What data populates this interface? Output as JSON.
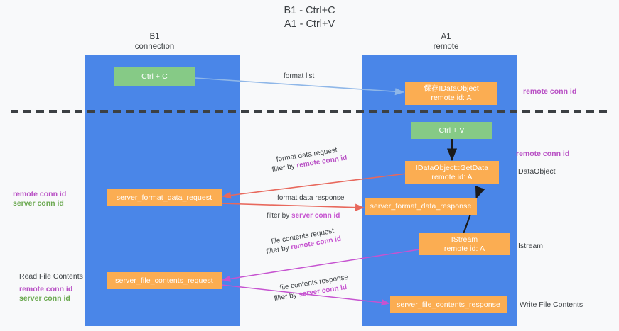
{
  "diagram": {
    "title": "B1 - Ctrl+C\nA1 - Ctrl+V",
    "columns": [
      {
        "name": "B1",
        "role": "connection",
        "label": "B1\nconnection"
      },
      {
        "name": "A1",
        "role": "remote",
        "label": "A1\nremote"
      }
    ],
    "colors": {
      "lane": "#4a86e8",
      "green_node": "#86ca86",
      "orange_node": "#fbad52",
      "remote_conn_id": "#b84fc4",
      "server_conn_id": "#6aa84f",
      "arrow_blue": "#8fb7e8",
      "arrow_red": "#e8685c",
      "arrow_black": "#1a1a1a",
      "arrow_magenta": "#c653d0",
      "divider": "#3c4043",
      "background": "#f8f9fa"
    },
    "nodes": [
      {
        "id": "ctrl-c",
        "lane": "B1",
        "kind": "green",
        "line1": "Ctrl + C",
        "line2": ""
      },
      {
        "id": "idataobject",
        "lane": "A1",
        "kind": "orange",
        "line1": "保存IDataObject",
        "line2": "remote id: A"
      },
      {
        "id": "ctrl-v",
        "lane": "A1",
        "kind": "green",
        "line1": "Ctrl + V",
        "line2": ""
      },
      {
        "id": "idataobject-getdata",
        "lane": "A1",
        "kind": "orange",
        "line1": "IDataObject::GetData",
        "line2": "remote id: A"
      },
      {
        "id": "server-format-data-request",
        "lane": "B1",
        "kind": "orange",
        "line1": "server_format_data_request",
        "line2": ""
      },
      {
        "id": "server-format-data-response",
        "lane": "A1",
        "kind": "orange",
        "line1": "server_format_data_response",
        "line2": ""
      },
      {
        "id": "istream",
        "lane": "A1",
        "kind": "orange",
        "line1": "IStream",
        "line2": "remote id: A"
      },
      {
        "id": "server-file-contents-request",
        "lane": "B1",
        "kind": "orange",
        "line1": "server_file_contents_request",
        "line2": ""
      },
      {
        "id": "server-file-contents-response",
        "lane": "A1",
        "kind": "orange",
        "line1": "server_file_contents_response",
        "line2": ""
      }
    ],
    "edge_labels": {
      "format_list": "format list",
      "format_data_request": "format data request",
      "format_data_request_filter_prefix": "filter by ",
      "format_data_request_filter_key": "remote conn id",
      "format_data_response": "format data response",
      "format_data_response_filter_prefix": "filter by ",
      "format_data_response_filter_key": "server conn id",
      "file_contents_request": "file contents request",
      "file_contents_request_filter_prefix": "filter by ",
      "file_contents_request_filter_key": "remote conn id",
      "file_contents_response": "file contents response",
      "file_contents_response_filter_prefix": "filter by ",
      "file_contents_response_filter_key": "server conn id"
    },
    "right_annotations": [
      {
        "id": "right-remote-conn-id-1",
        "text": "remote conn id",
        "style": "purple"
      },
      {
        "id": "right-remote-conn-id-2",
        "text": "remote conn id",
        "style": "purple"
      },
      {
        "id": "right-dataobject",
        "text": "DataObject",
        "style": "plain"
      },
      {
        "id": "right-istream",
        "text": "Istream",
        "style": "plain"
      },
      {
        "id": "right-write-file",
        "text": "Write File Contents",
        "style": "plain"
      }
    ],
    "left_annotations": [
      {
        "id": "left-remote-conn-id-1",
        "text": "remote conn id",
        "style": "purple"
      },
      {
        "id": "left-server-conn-id-1",
        "text": "server conn id",
        "style": "green"
      },
      {
        "id": "left-read-file",
        "text": "Read File Contents",
        "style": "plain"
      },
      {
        "id": "left-remote-conn-id-2",
        "text": "remote conn id",
        "style": "purple"
      },
      {
        "id": "left-server-conn-id-2",
        "text": "server conn id",
        "style": "green"
      }
    ]
  }
}
